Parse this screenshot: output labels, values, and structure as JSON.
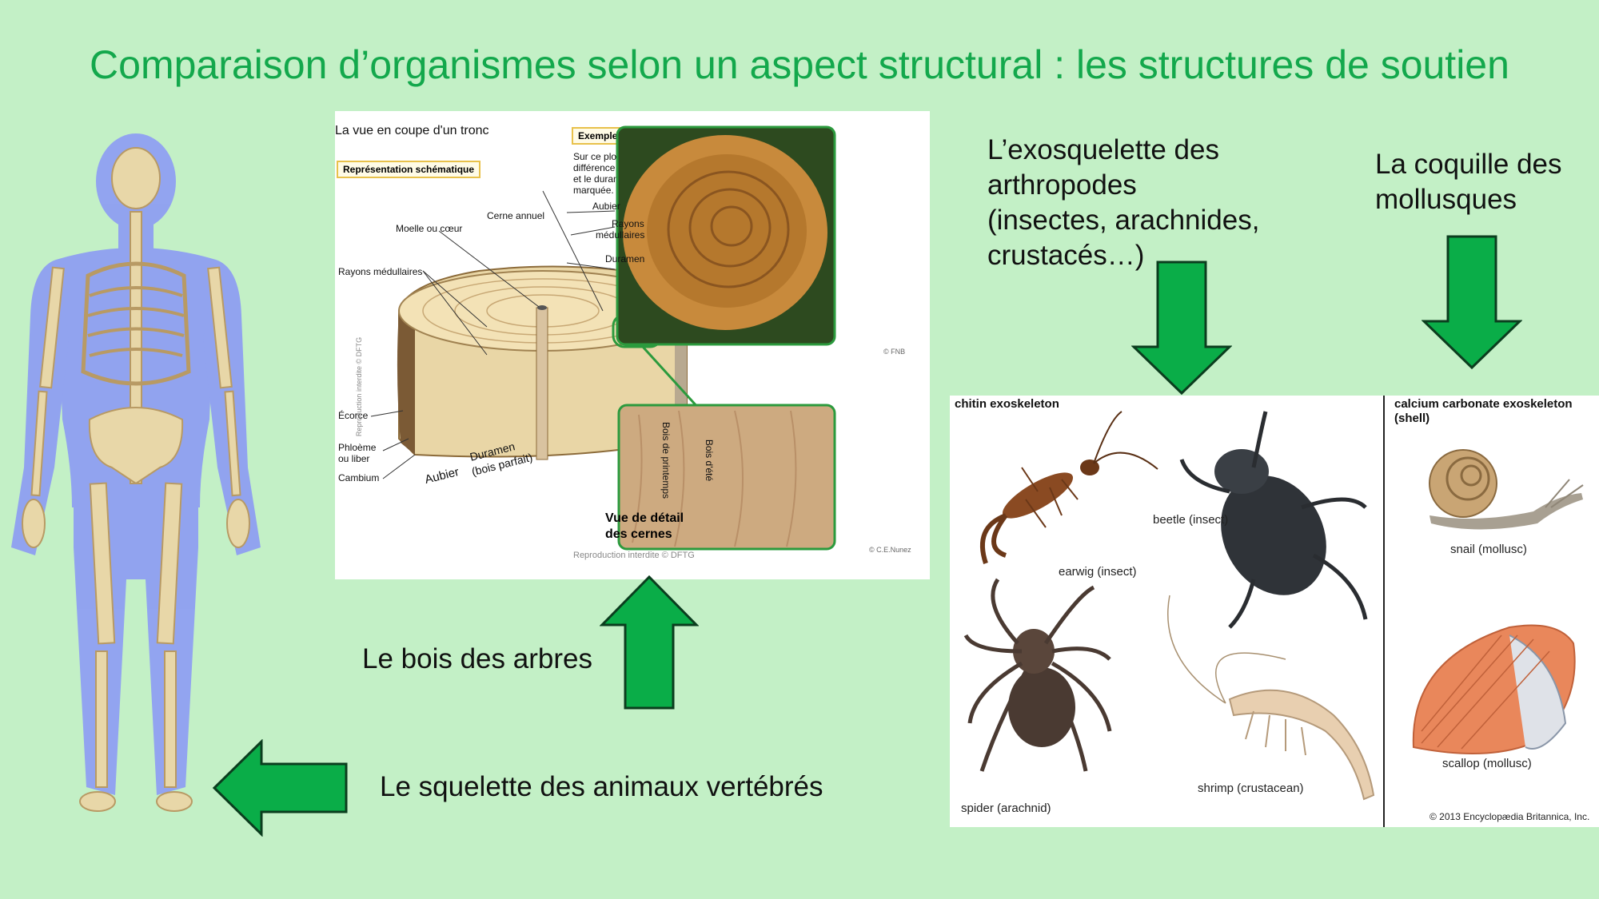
{
  "title": "Comparaison d’organismes selon un aspect structural : les structures de soutien",
  "captions": {
    "bois": "Le bois des arbres",
    "squelette": "Le squelette des animaux vertébrés",
    "exo": [
      "L’exosquelette des",
      "arthropodes",
      "(insectes, arachnides,",
      "crustacés…)"
    ],
    "coquille": [
      "La coquille des",
      "mollusques"
    ]
  },
  "wood": {
    "heading": "La vue en coupe d'un tronc",
    "schema_label": "Représentation schématique",
    "example_label": "Exemple de coupe",
    "example_text": [
      "Sur ce plot de chêne, la",
      "différence entre l'aubier",
      "et le duramen est bien",
      "marquée."
    ],
    "labels": {
      "aubier_r": "Aubier",
      "rayons_r1": "Rayons",
      "rayons_r2": "médullaires",
      "duramen_r": "Duramen",
      "cerne": "Cerne annuel",
      "moelle": "Moelle ou cœur",
      "rayons_l": "Rayons médullaires",
      "ecorce": "Écorce",
      "phloeme1": "Phloème",
      "phloeme2": "ou liber",
      "cambium": "Cambium",
      "aubier_b": "Aubier",
      "duramen_b1": "Duramen",
      "duramen_b2": "(bois parfait)",
      "repro_side": "Reproduction interdite © DFTG",
      "bois_printemps": "Bois de printemps",
      "bois_ete": "Bois d'été",
      "fnb": "© FNB",
      "nunez": "© C.E.Nunez"
    },
    "detail": [
      "Vue de détail",
      "des cernes"
    ],
    "repro": "Reproduction interdite © DFTG"
  },
  "arthro": {
    "chitin": "chitin exoskeleton",
    "calcium": [
      "calcium carbonate exoskeleton",
      "(shell)"
    ],
    "species": {
      "earwig": "earwig (insect)",
      "beetle": "beetle (insect)",
      "spider": "spider (arachnid)",
      "shrimp": "shrimp (crustacean)",
      "snail": "snail (mollusc)",
      "scallop": "scallop (mollusc)"
    },
    "copyright": "© 2013 Encyclopædia Britannica, Inc."
  },
  "colors": {
    "background": "#c3f0c6",
    "title": "#13a84c",
    "arrow_fill": "#0aad48",
    "arrow_stroke": "#0b3d1e"
  }
}
